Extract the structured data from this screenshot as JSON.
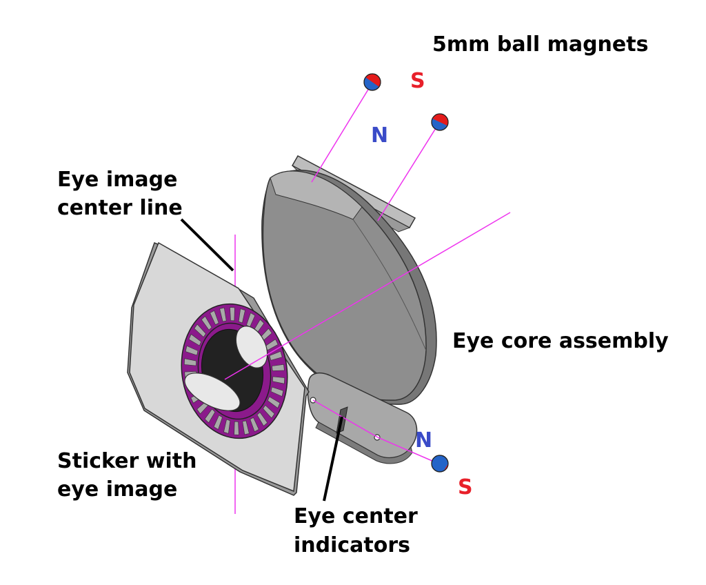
{
  "labels": {
    "magnets": "5mm ball magnets",
    "center_line_1": "Eye image",
    "center_line_2": "center line",
    "core": "Eye core assembly",
    "sticker_1": "Sticker with",
    "sticker_2": "eye image",
    "indicators_1": "Eye center",
    "indicators_2": "indicators"
  },
  "poles": {
    "top_south": "S",
    "top_north": "N",
    "bottom_north": "N",
    "bottom_south": "S"
  },
  "colors": {
    "south": "#e8202a",
    "north": "#3a4bc8",
    "guide_line": "#ee33ee",
    "magnet_red": "#e41b1b",
    "magnet_blue": "#2464c8",
    "eye_purple": "#8b1a8b",
    "sticker_fill": "#d8d8d8",
    "core_fill": "#8e8e8e"
  }
}
